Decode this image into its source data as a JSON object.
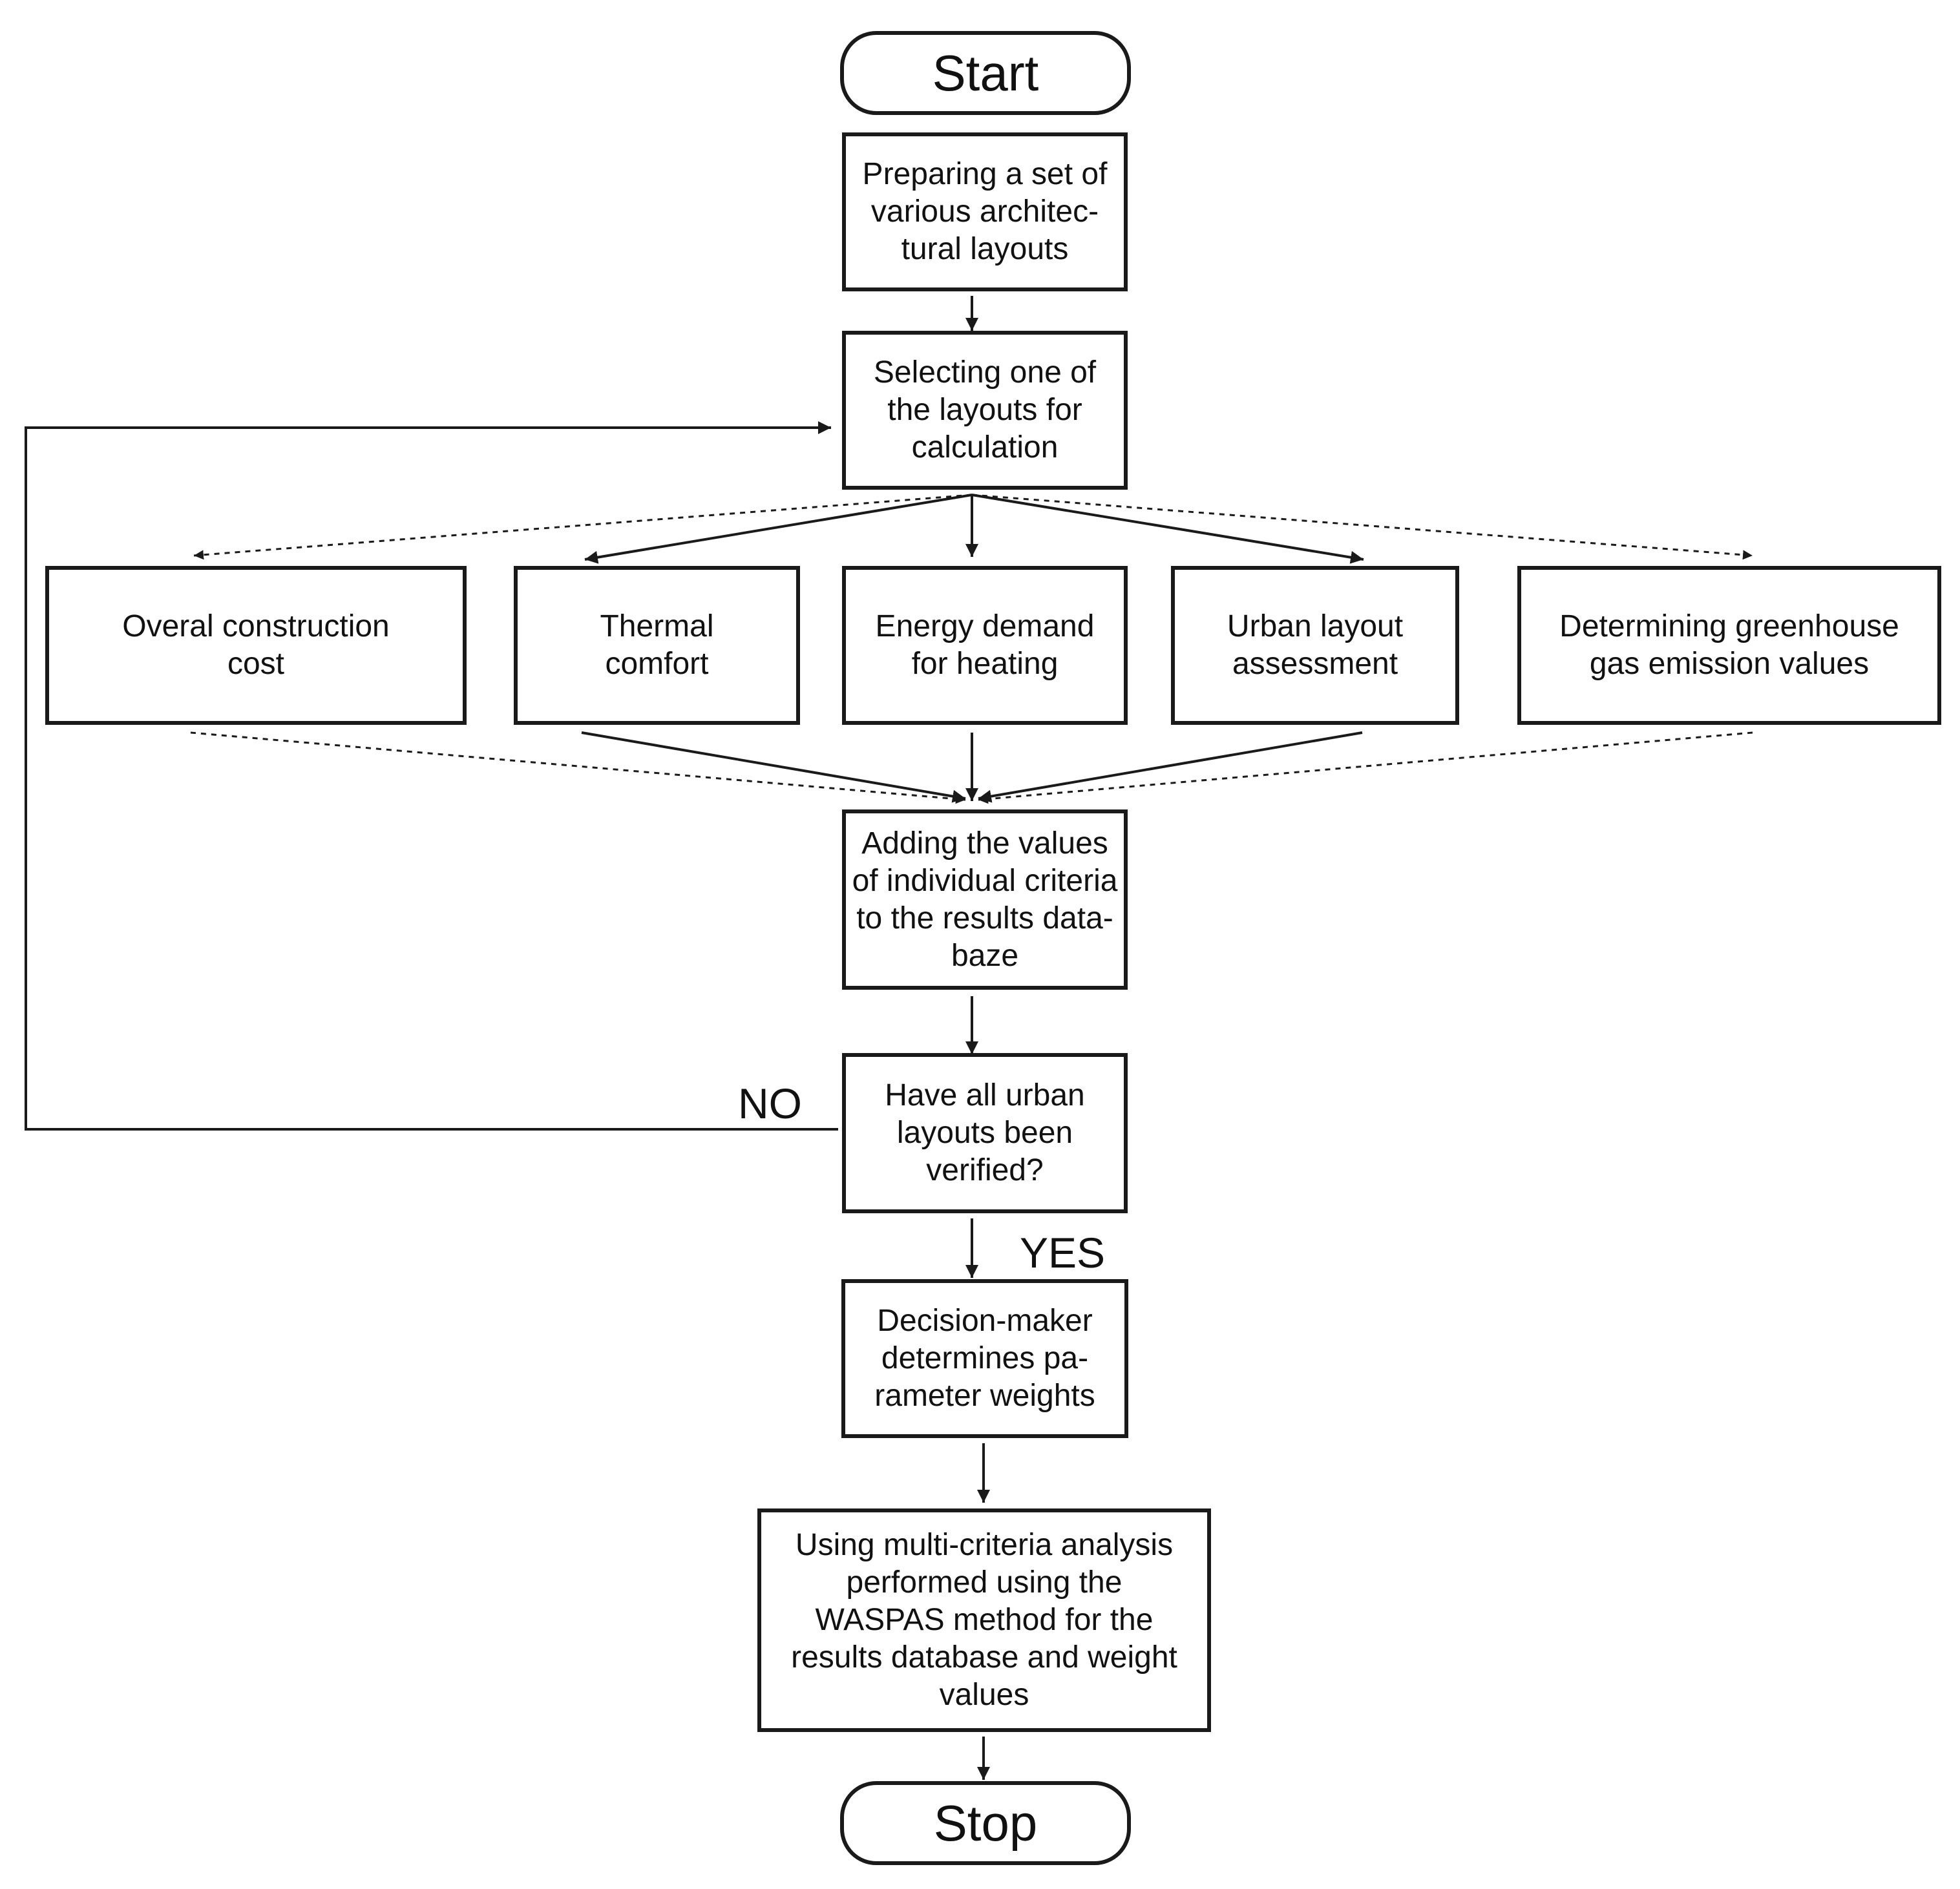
{
  "flowchart": {
    "start": "Start",
    "prepare": "Preparing a set of\nvarious architec-\ntural layouts",
    "select": "Selecting one of\nthe layouts for\ncalculation",
    "criteria": {
      "cost": "Overal construction\ncost",
      "thermal": "Thermal\ncomfort",
      "energy": "Energy demand\nfor heating",
      "urban": "Urban layout\nassessment",
      "ghg": "Determining greenhouse\ngas emission values"
    },
    "adding": "Adding the values\nof individual criteria\nto the results data-\nbaze",
    "decision": "Have all urban\nlayouts been\nverified?",
    "no_label": "NO",
    "yes_label": "YES",
    "weights": "Decision-maker\ndetermines pa-\nrameter weights",
    "waspas": "Using multi-criteria analysis\nperformed using the\nWASPAS method for the\nresults database and weight\nvalues",
    "stop": "Stop"
  },
  "colors": {
    "stroke": "#1a1a1a",
    "background": "#ffffff"
  }
}
